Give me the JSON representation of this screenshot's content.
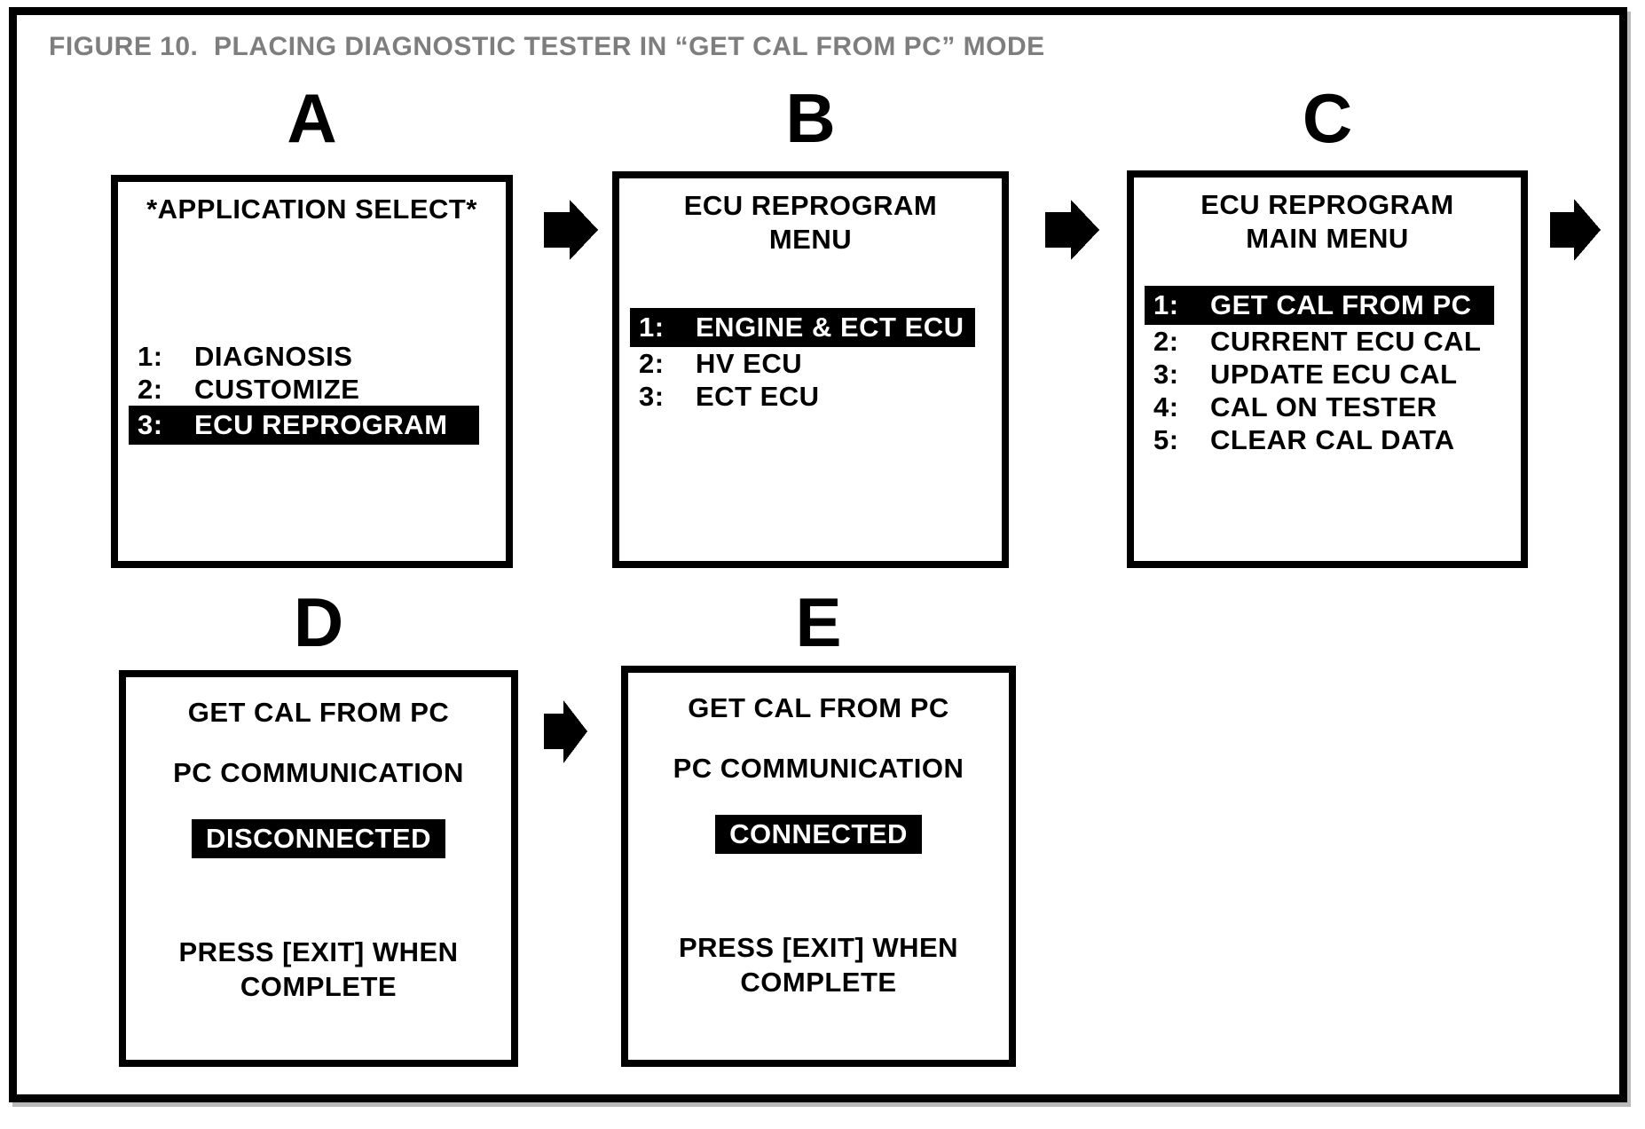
{
  "figure": {
    "title": "FIGURE 10.  PLACING DIAGNOSTIC TESTER IN “GET CAL FROM PC” MODE"
  },
  "colors": {
    "ink": "#000000",
    "paper": "#ffffff",
    "figure_title_gray": "#7e7e7e",
    "highlight_bg": "#000000",
    "highlight_fg": "#ffffff"
  },
  "icons": {
    "flow_arrow": "right-block-arrow"
  },
  "screens": [
    {
      "label": "A",
      "title_lines": [
        "*APPLICATION SELECT*"
      ],
      "items": [
        {
          "num": "1:",
          "text": "DIAGNOSIS",
          "highlighted": false
        },
        {
          "num": "2:",
          "text": "CUSTOMIZE",
          "highlighted": false
        },
        {
          "num": "3:",
          "text": "ECU REPROGRAM",
          "highlighted": true
        }
      ]
    },
    {
      "label": "B",
      "title_lines": [
        "ECU REPROGRAM",
        "MENU"
      ],
      "items": [
        {
          "num": "1:",
          "text": "ENGINE & ECT ECU",
          "highlighted": true
        },
        {
          "num": "2:",
          "text": "HV ECU",
          "highlighted": false
        },
        {
          "num": "3:",
          "text": "ECT ECU",
          "highlighted": false
        }
      ]
    },
    {
      "label": "C",
      "title_lines": [
        "ECU REPROGRAM",
        "MAIN MENU"
      ],
      "items": [
        {
          "num": "1:",
          "text": "GET CAL FROM PC",
          "highlighted": true
        },
        {
          "num": "2:",
          "text": "CURRENT ECU CAL",
          "highlighted": false
        },
        {
          "num": "3:",
          "text": "UPDATE ECU CAL",
          "highlighted": false
        },
        {
          "num": "4:",
          "text": "CAL ON TESTER",
          "highlighted": false
        },
        {
          "num": "5:",
          "text": "CLEAR CAL DATA",
          "highlighted": false
        }
      ]
    },
    {
      "label": "D",
      "lines": [
        "GET CAL FROM PC",
        "PC COMMUNICATION"
      ],
      "status": "DISCONNECTED",
      "footer_lines": [
        "PRESS [EXIT] WHEN",
        "COMPLETE"
      ]
    },
    {
      "label": "E",
      "lines": [
        "GET CAL FROM PC",
        "PC COMMUNICATION"
      ],
      "status": "CONNECTED",
      "footer_lines": [
        "PRESS [EXIT] WHEN",
        "COMPLETE"
      ]
    }
  ]
}
